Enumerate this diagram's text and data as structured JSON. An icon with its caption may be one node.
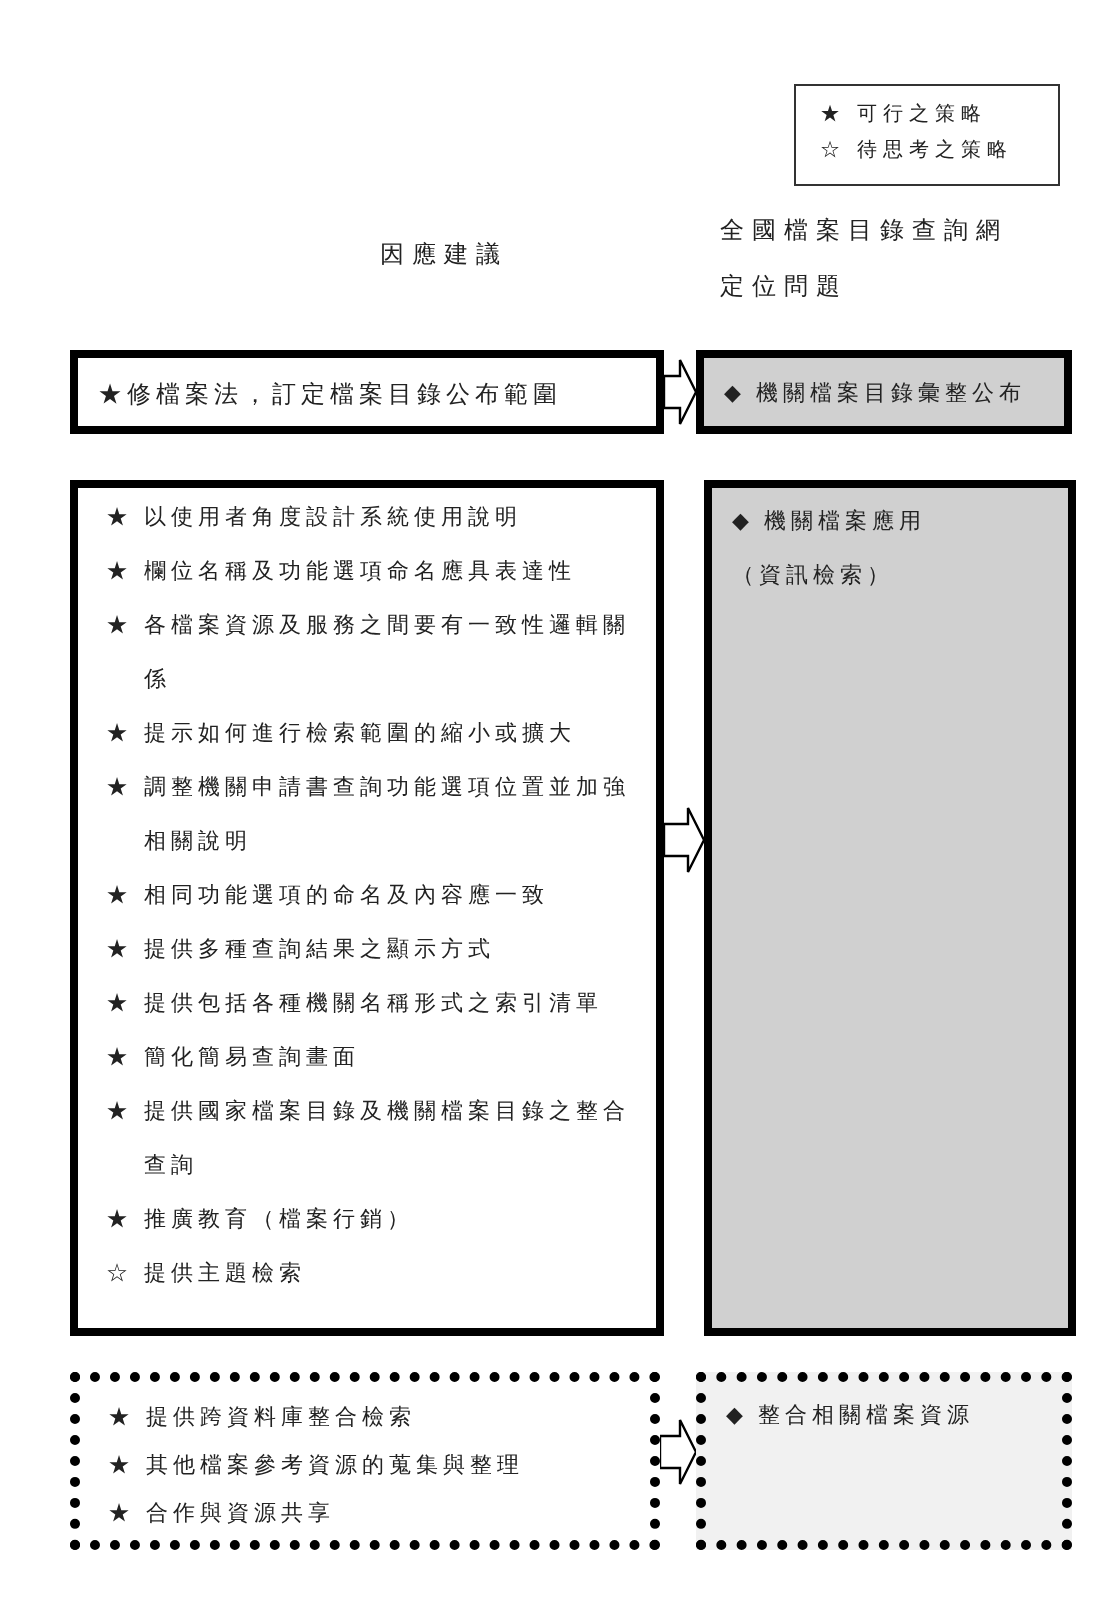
{
  "diagram": {
    "nodes": [
      {
        "text": [
          "★修檔案法，訂定檔案目錄公布範圍"
        ]
      },
      {
        "text": [
          "◆ 機關檔案目錄彙整公布"
        ]
      },
      {
        "text": [
          "★ 以使用者角度設計系統使用說明",
          "★ 欄位名稱及功能選項命名應具表達性",
          "★ 各檔案資源及服務之間要有一致性邏輯關係",
          "★ 提示如何進行檢索範圍的縮小或擴大",
          "★ 調整機關申請書查詢功能選項位置並加強相關說明",
          "★ 相同功能選項的命名及內容應一致",
          "★ 提供多種查詢結果之顯示方式",
          "★ 提供包括各種機關名稱形式之索引清單",
          "★ 簡化簡易查詢畫面",
          "★ 提供國家檔案目錄及機關檔案目錄之整合查詢",
          "★ 推廣教育（檔案行銷）",
          "☆ 提供主題檢索"
        ]
      },
      {
        "text": [
          "◆ 機關檔案應用",
          "（資訊檢索）"
        ]
      },
      {
        "text": [
          "★ 提供跨資料庫整合檢索",
          "★ 其他檔案參考資源的蒐集與整理",
          "★ 合作與資源共享"
        ]
      },
      {
        "text": [
          "◆ 整合相關檔案資源"
        ]
      }
    ],
    "edges": [
      {
        "from": 0,
        "to": 1,
        "arrow": "to"
      },
      {
        "from": 2,
        "to": 3,
        "arrow": "to"
      },
      {
        "from": 4,
        "to": 5,
        "arrow": "to"
      }
    ],
    "labels": [
      "因應建議",
      "全國檔案目錄查詢網定位問題"
    ],
    "legend": [
      {
        "text": "★ 可行之策略"
      },
      {
        "text": "☆ 待思考之策略"
      }
    ]
  }
}
